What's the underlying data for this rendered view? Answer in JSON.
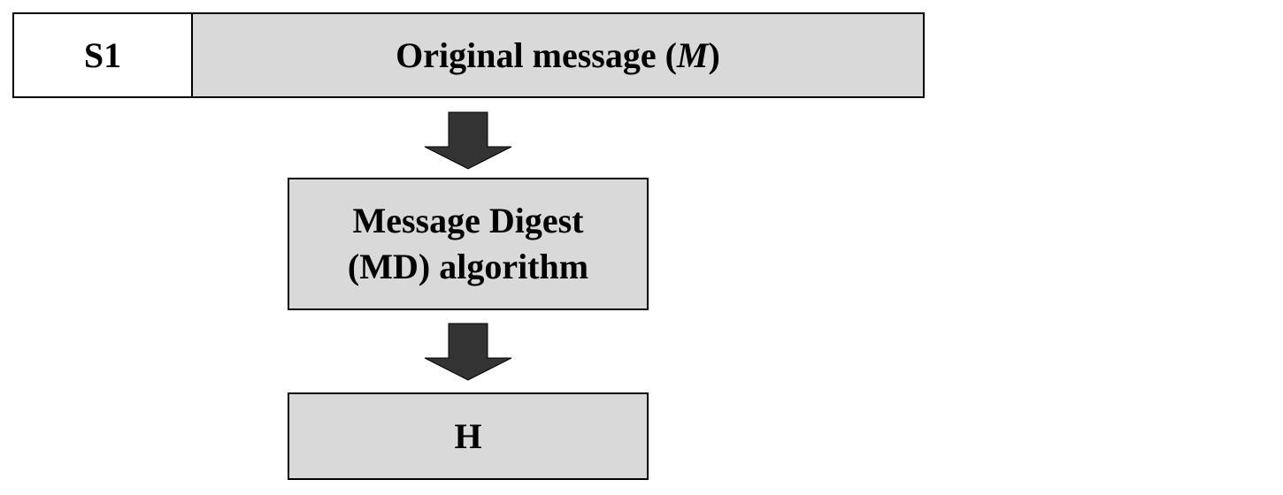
{
  "diagram": {
    "step_label": "S1",
    "message_label_prefix": "Original message (",
    "message_label_var": "M",
    "message_label_suffix": ")",
    "algorithm_line1": "Message Digest",
    "algorithm_line2": "(MD) algorithm",
    "output_label": "H",
    "colors": {
      "box_fill": "#d9d9d9",
      "border": "#000000",
      "arrow": "#333333"
    },
    "icons": [
      "down-arrow-icon",
      "down-arrow-icon"
    ]
  }
}
